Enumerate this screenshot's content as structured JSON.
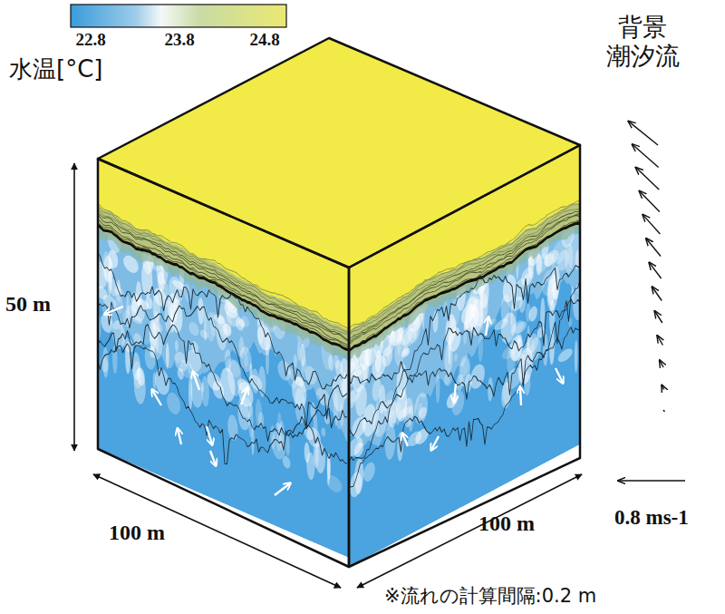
{
  "diagram": {
    "labels": [
      "22.8",
      "23.8",
      "24.8",
      "水温[°C]",
      "背景 潮汐流",
      "50 m",
      "100 m",
      "100 m",
      "0.8 ms-1",
      "※流れの計算間隔:0.2 m"
    ]
  }
}
